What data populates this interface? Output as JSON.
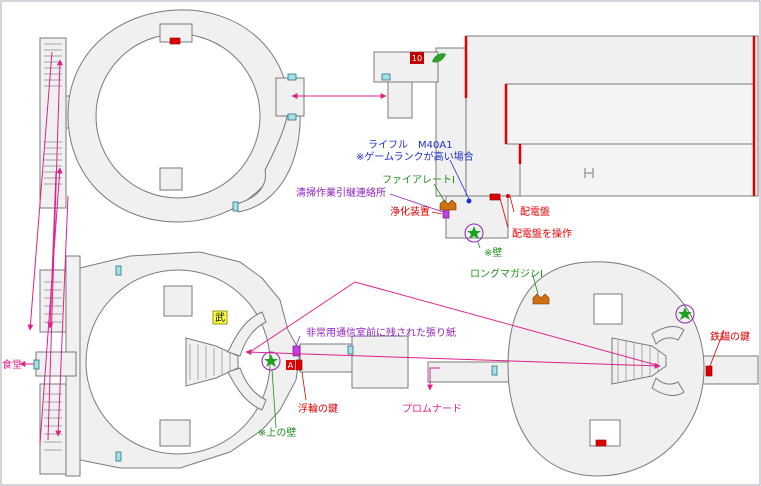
{
  "colors": {
    "floor": "#f0f0f0",
    "wall": "#7a7a7a",
    "door_red": "#e00000",
    "door_cyan": "#9fe3ea",
    "arrow_pink": "#e0208f",
    "label_red": "#e00000",
    "label_blue": "#1f2fd0",
    "label_green": "#1f8f1f",
    "label_purple": "#9020c0",
    "label_pink": "#e0208f",
    "item_orange": "#d07010",
    "star_green": "#1f9f1f",
    "map_border": "#a8a8b8"
  },
  "labels": {
    "rifle_line1": "ライフル　M40A1",
    "rifle_line2": "※ゲームランクが高い場合",
    "fire_plate": "ファイアレートⅠ",
    "cleaning_note": "清掃作業引継連絡所",
    "purifier": "浄化装置",
    "switchboard": "配電盤",
    "switchboard_operate": "配電盤を操作",
    "wall_note": "※壁",
    "long_magazine": "ロングマガジンⅠ",
    "iron_key": "鉄錨の鍵",
    "emergency_note": "非常用通信室前に残された張り紙",
    "float_key": "浮輪の鍵",
    "upper_wall_note": "※上の壁",
    "promenade": "プロムナード",
    "dining": "食堂",
    "marker_10": "10",
    "marker_a": "A",
    "weapon_mark": "武"
  },
  "icons": [
    "green-leaf-icon",
    "green-star-icon",
    "orange-item-icon",
    "red-door-icon",
    "cyan-door-icon",
    "pink-arrow-icon"
  ]
}
